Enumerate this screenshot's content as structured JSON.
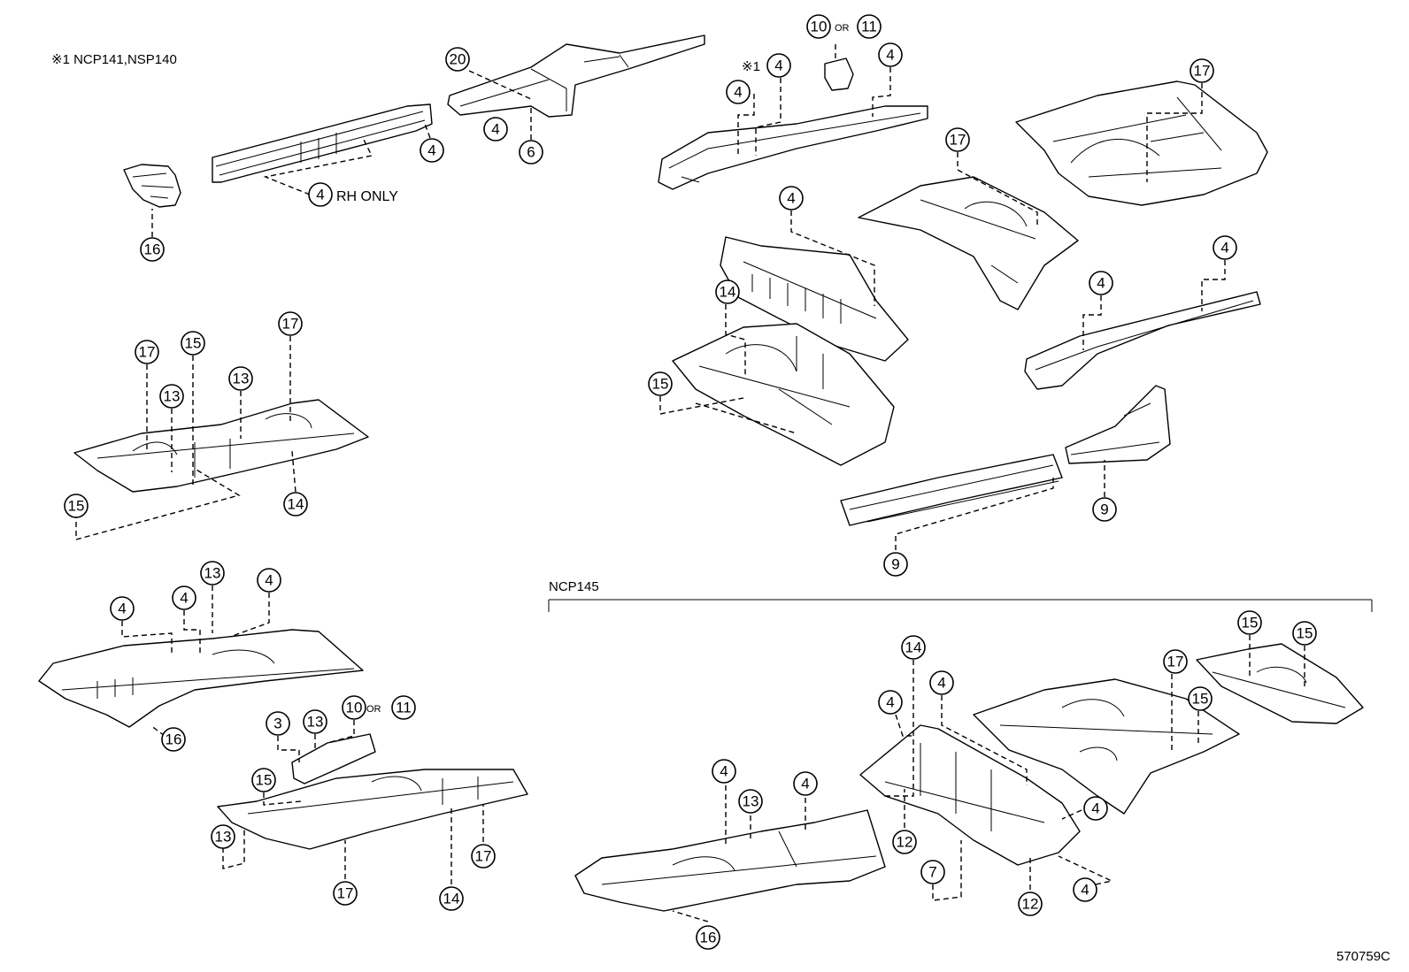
{
  "header": {
    "note": "※1 NCP141,NSP140",
    "note_mark": "※1",
    "rh_only": "RH ONLY",
    "or": "OR",
    "group_label": "NCP145",
    "figure_id": "570759C"
  },
  "callouts": [
    {
      "id": "c1",
      "num": "20"
    },
    {
      "id": "c2",
      "num": "4"
    },
    {
      "id": "c3",
      "num": "6"
    },
    {
      "id": "c4",
      "num": "4"
    },
    {
      "id": "c5",
      "num": "4"
    },
    {
      "id": "c6",
      "num": "16"
    },
    {
      "id": "c7",
      "num": "10"
    },
    {
      "id": "c8",
      "num": "11"
    },
    {
      "id": "c9",
      "num": "4"
    },
    {
      "id": "c10",
      "num": "4"
    },
    {
      "id": "c11",
      "num": "4"
    },
    {
      "id": "c12",
      "num": "17"
    },
    {
      "id": "c13",
      "num": "17"
    },
    {
      "id": "c14",
      "num": "4"
    },
    {
      "id": "c15",
      "num": "14"
    },
    {
      "id": "c16",
      "num": "15"
    },
    {
      "id": "c17",
      "num": "4"
    },
    {
      "id": "c18",
      "num": "4"
    },
    {
      "id": "c19",
      "num": "9"
    },
    {
      "id": "c20",
      "num": "9"
    },
    {
      "id": "c21",
      "num": "17"
    },
    {
      "id": "c22",
      "num": "15"
    },
    {
      "id": "c23",
      "num": "17"
    },
    {
      "id": "c24",
      "num": "13"
    },
    {
      "id": "c25",
      "num": "13"
    },
    {
      "id": "c26",
      "num": "15"
    },
    {
      "id": "c27",
      "num": "14"
    },
    {
      "id": "c28",
      "num": "4"
    },
    {
      "id": "c29",
      "num": "4"
    },
    {
      "id": "c30",
      "num": "13"
    },
    {
      "id": "c31",
      "num": "4"
    },
    {
      "id": "c32",
      "num": "16"
    },
    {
      "id": "c33",
      "num": "3"
    },
    {
      "id": "c34",
      "num": "13"
    },
    {
      "id": "c35",
      "num": "10"
    },
    {
      "id": "c36",
      "num": "11"
    },
    {
      "id": "c37",
      "num": "15"
    },
    {
      "id": "c38",
      "num": "13"
    },
    {
      "id": "c39",
      "num": "17"
    },
    {
      "id": "c40",
      "num": "14"
    },
    {
      "id": "c41",
      "num": "17"
    },
    {
      "id": "c42",
      "num": "14"
    },
    {
      "id": "c43",
      "num": "4"
    },
    {
      "id": "c44",
      "num": "4"
    },
    {
      "id": "c45",
      "num": "15"
    },
    {
      "id": "c46",
      "num": "15"
    },
    {
      "id": "c47",
      "num": "17"
    },
    {
      "id": "c48",
      "num": "15"
    },
    {
      "id": "c49",
      "num": "4"
    },
    {
      "id": "c50",
      "num": "13"
    },
    {
      "id": "c51",
      "num": "4"
    },
    {
      "id": "c52",
      "num": "12"
    },
    {
      "id": "c53",
      "num": "7"
    },
    {
      "id": "c54",
      "num": "12"
    },
    {
      "id": "c55",
      "num": "4"
    },
    {
      "id": "c56",
      "num": "4"
    },
    {
      "id": "c57",
      "num": "16"
    }
  ]
}
